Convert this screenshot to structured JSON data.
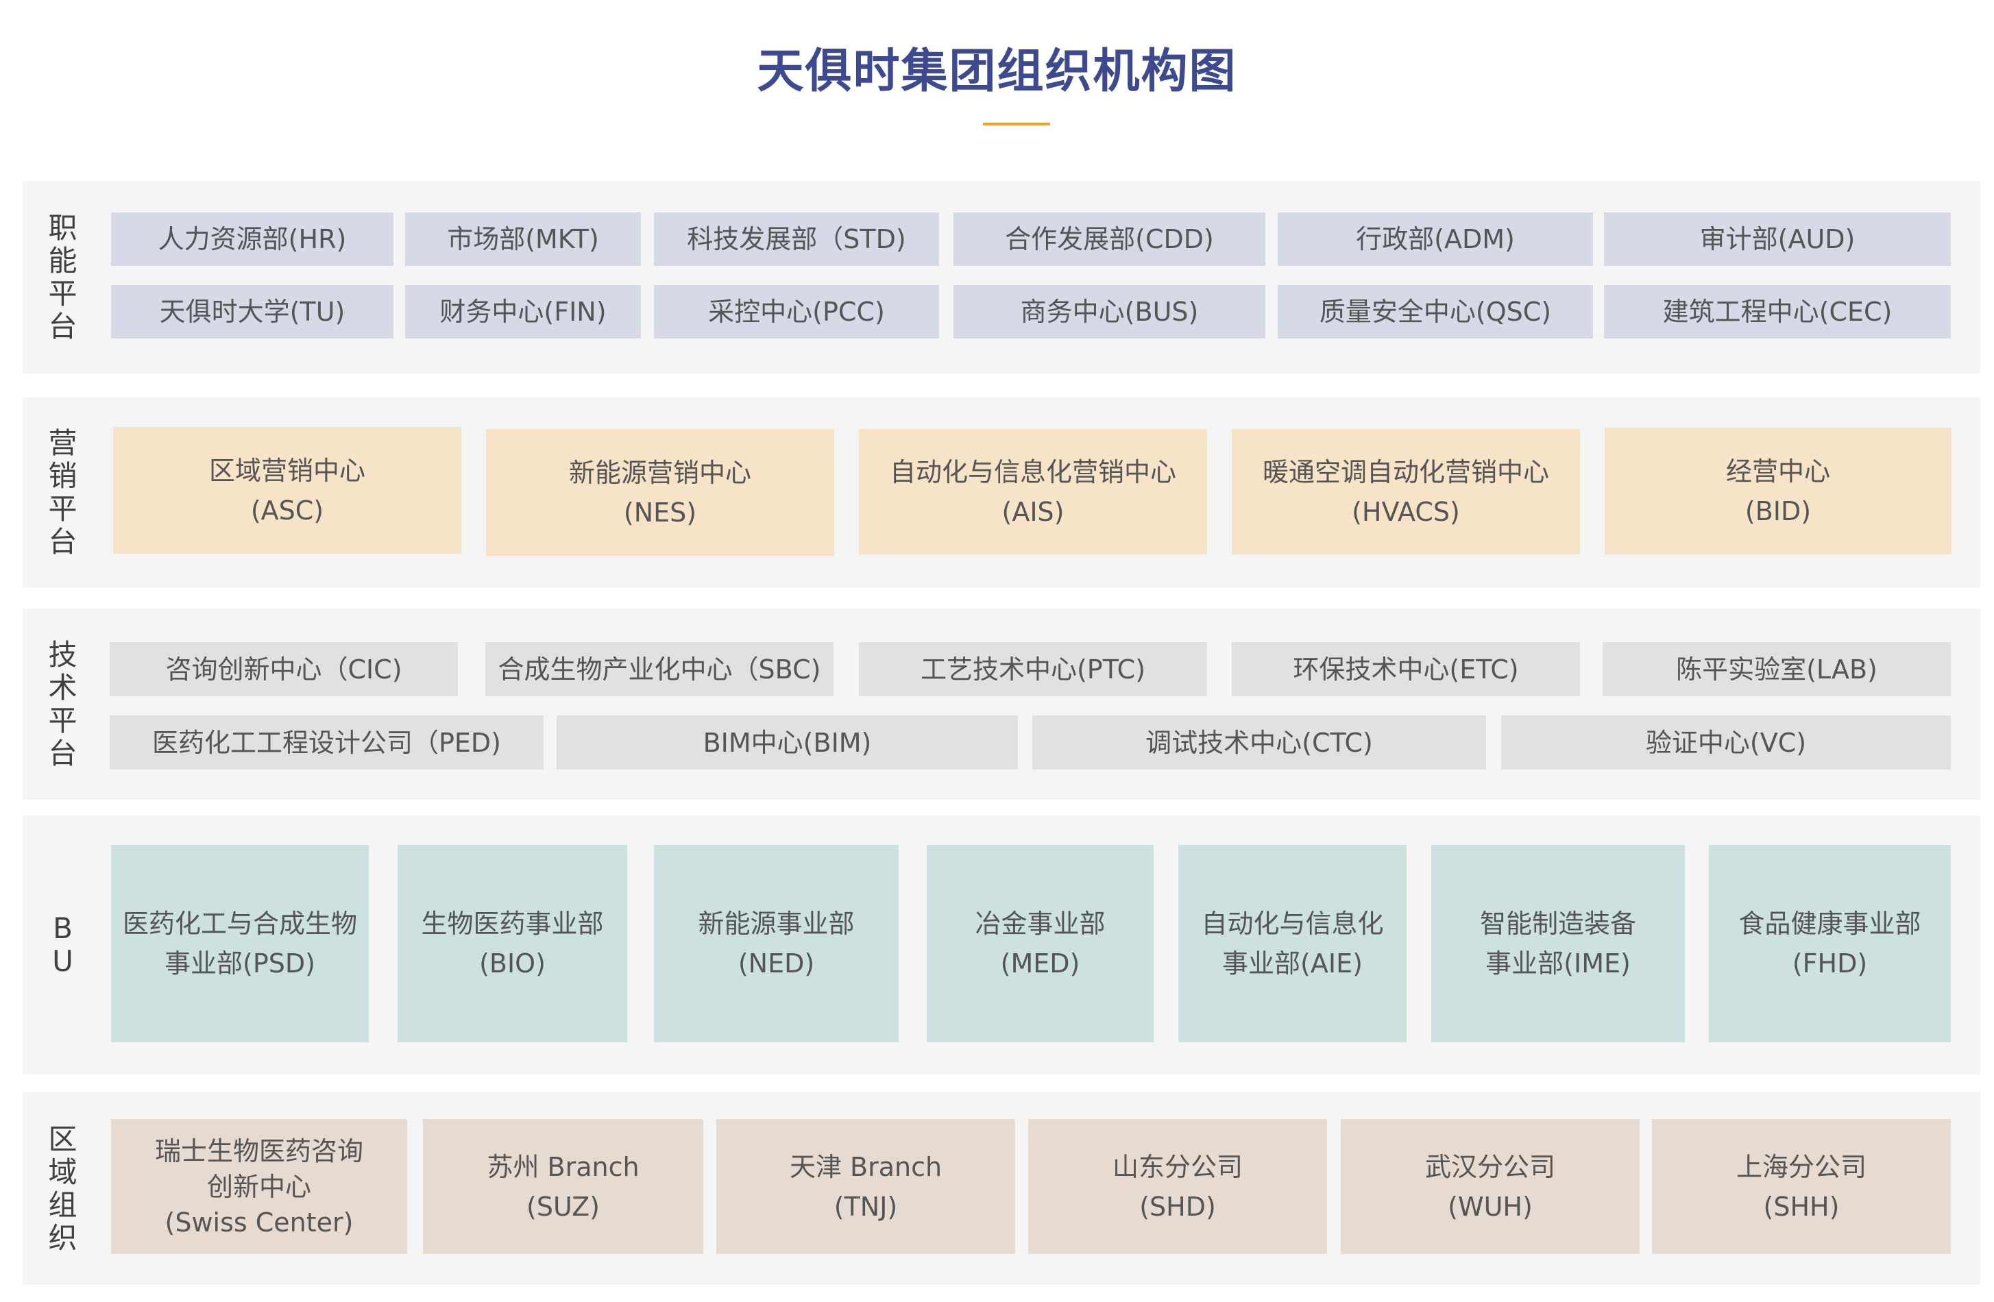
{
  "title": "天俱时集团组织机构图",
  "colors": {
    "title": "#3d4a8f",
    "accent_line": "#f0a020",
    "functional": "#d6d9e6",
    "marketing": "#f7e3c8",
    "technical": "#e1e1e1",
    "bu": "#cde1e0",
    "regional": "#e6dad1"
  },
  "sections": {
    "functional": {
      "label": "职能平台",
      "row1": [
        "人力资源部(HR)",
        "市场部(MKT)",
        "科技发展部（STD)",
        "合作发展部(CDD)",
        "行政部(ADM)",
        "审计部(AUD)"
      ],
      "row2": [
        "天俱时大学(TU)",
        "财务中心(FIN)",
        "采控中心(PCC)",
        "商务中心(BUS)",
        "质量安全中心(QSC)",
        "建筑工程中心(CEC)"
      ]
    },
    "marketing": {
      "label": "营销平台",
      "items": [
        "区域营销中心\n(ASC)",
        "新能源营销中心\n(NES)",
        "自动化与信息化营销中心\n(AIS)",
        "暖通空调自动化营销中心\n(HVACS)",
        "经营中心\n(BID)"
      ]
    },
    "technical": {
      "label": "技术平台",
      "row1": [
        "咨询创新中心（CIC)",
        "合成生物产业化中心（SBC)",
        "工艺技术中心(PTC)",
        "环保技术中心(ETC)",
        "陈平实验室(LAB)"
      ],
      "row2": [
        "医药化工工程设计公司（PED)",
        "BIM中心(BIM)",
        "调试技术中心(CTC)",
        "验证中心(VC)"
      ]
    },
    "bu": {
      "label": "BU",
      "items": [
        "医药化工与合成生物\n事业部(PSD)",
        "生物医药事业部\n(BIO)",
        "新能源事业部\n(NED)",
        "冶金事业部\n(MED)",
        "自动化与信息化\n事业部(AIE)",
        "智能制造装备\n事业部(IME)",
        "食品健康事业部\n(FHD)"
      ]
    },
    "regional": {
      "label": "区域组织",
      "items": [
        "瑞士生物医药咨询\n创新中心\n(Swiss Center)",
        "苏州 Branch\n(SUZ)",
        "天津 Branch\n(TNJ)",
        "山东分公司\n(SHD)",
        "武汉分公司\n(WUH)",
        "上海分公司\n(SHH)"
      ]
    }
  }
}
